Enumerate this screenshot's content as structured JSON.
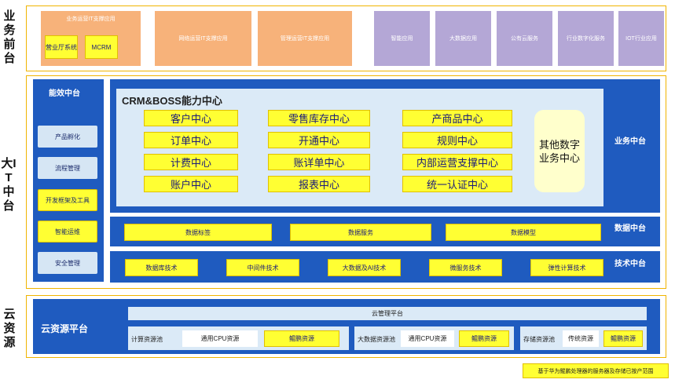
{
  "left_labels": {
    "front": "业务前台",
    "middle": "大IT中台",
    "cloud": "云资源"
  },
  "front": {
    "business_ops": "业务运营IT支撑应用",
    "business_ops_items": [
      "营业厅系统",
      "MCRM"
    ],
    "network_ops": "网络运营IT支撑应用",
    "mgmt_ops": "管理运营IT支撑应用",
    "apps": [
      "智能应用",
      "大数据应用",
      "公有云服务",
      "行业数字化服务",
      "IOT行业应用"
    ]
  },
  "middle": {
    "efficiency_title": "能效中台",
    "efficiency_items": [
      "产品孵化",
      "流程管理",
      "开发框架及工具",
      "智能运维",
      "安全管理"
    ],
    "crm_title": "CRM&BOSS能力中心",
    "crm_items": [
      "客户中心",
      "零售库存中心",
      "产商品中心",
      "订单中心",
      "开通中心",
      "规则中心",
      "计费中心",
      "账详单中心",
      "内部运营支撑中心",
      "账户中心",
      "报表中心",
      "统一认证中心"
    ],
    "other_center": "其他数字业务中心",
    "business_label": "业务中台",
    "data_items": [
      "数据标签",
      "数据服务",
      "数据模型"
    ],
    "data_label": "数据中台",
    "tech_items": [
      "数据库技术",
      "中间件技术",
      "大数据及AI技术",
      "微服务技术",
      "弹性计算技术"
    ],
    "tech_label": "技术中台"
  },
  "cloud": {
    "title": "云资源平台",
    "mgmt": "云管理平台",
    "compute_pool": "计算资源池",
    "compute_cpu": "通用CPU资源",
    "compute_kp": "鲲鹏资源",
    "bigdata_pool": "大数据资源池",
    "bigdata_cpu": "通用CPU资源",
    "bigdata_kp": "鲲鹏资源",
    "storage_pool": "存储资源池",
    "storage_trad": "传统资源",
    "storage_kp": "鲲鹏资源"
  },
  "footnote": "基于华为鲲鹏处理器的服务器及存储已按产范围"
}
